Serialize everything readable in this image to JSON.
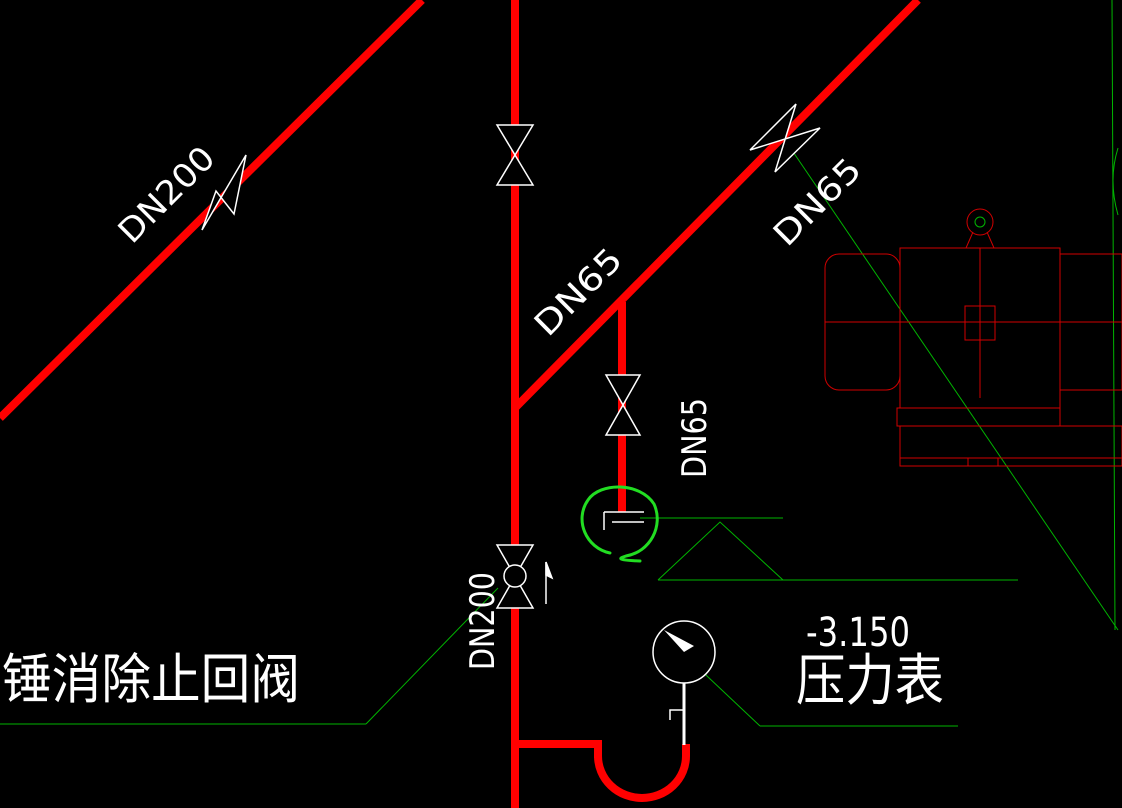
{
  "colors": {
    "background": "#000000",
    "pipe": "#ff0000",
    "pipe_thin": "#e00000",
    "symbol": "#ffffff",
    "leader": "#00c000",
    "highlight": "#22dd22"
  },
  "labels": {
    "dn200_upper": "DN200",
    "dn65_diag_center": "DN65",
    "dn65_diag_right": "DN65",
    "dn65_vertical": "DN65",
    "dn200_lower": "DN200",
    "elevation": "-3.150",
    "pressure_gauge": "压力表",
    "check_valve_text": "锤消除止回阀"
  },
  "icons": {
    "valve": "gate-valve-icon",
    "check_valve": "check-valve-icon",
    "gauge": "pressure-gauge-icon",
    "pump": "pump-motor-icon",
    "elevation_marker": "elevation-triangle-icon",
    "highlight": "hand-drawn-circle-icon"
  }
}
